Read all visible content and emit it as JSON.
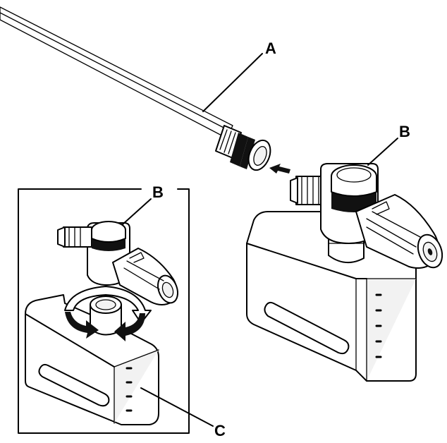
{
  "labels": {
    "a": "A",
    "b_main": "B",
    "b_inset": "B",
    "c": "C"
  },
  "colors": {
    "line": "#000000",
    "fill": "#ffffff",
    "shade": "#f2f2f2"
  }
}
